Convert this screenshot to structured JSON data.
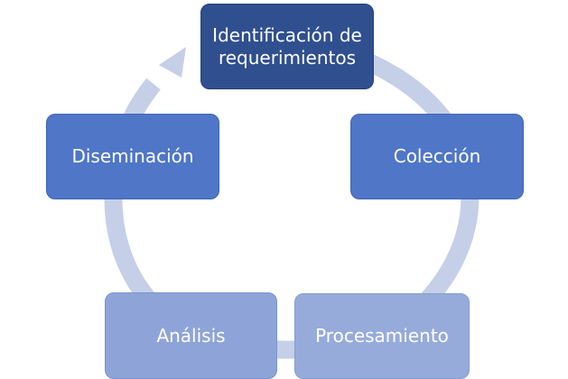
{
  "diagram": {
    "colors": {
      "cycle_arrow": "#c5cfe8",
      "node_dark": "#2f4f8f",
      "node_medium": "#4f76c7",
      "node_light": "#8ea4d8",
      "node_lighter": "#97abdb",
      "text": "#ffffff"
    },
    "nodes": [
      {
        "label": "Identificación de\nrequerimientos"
      },
      {
        "label": "Colección"
      },
      {
        "label": "Procesamiento"
      },
      {
        "label": "Análisis"
      },
      {
        "label": "Diseminación"
      }
    ]
  }
}
